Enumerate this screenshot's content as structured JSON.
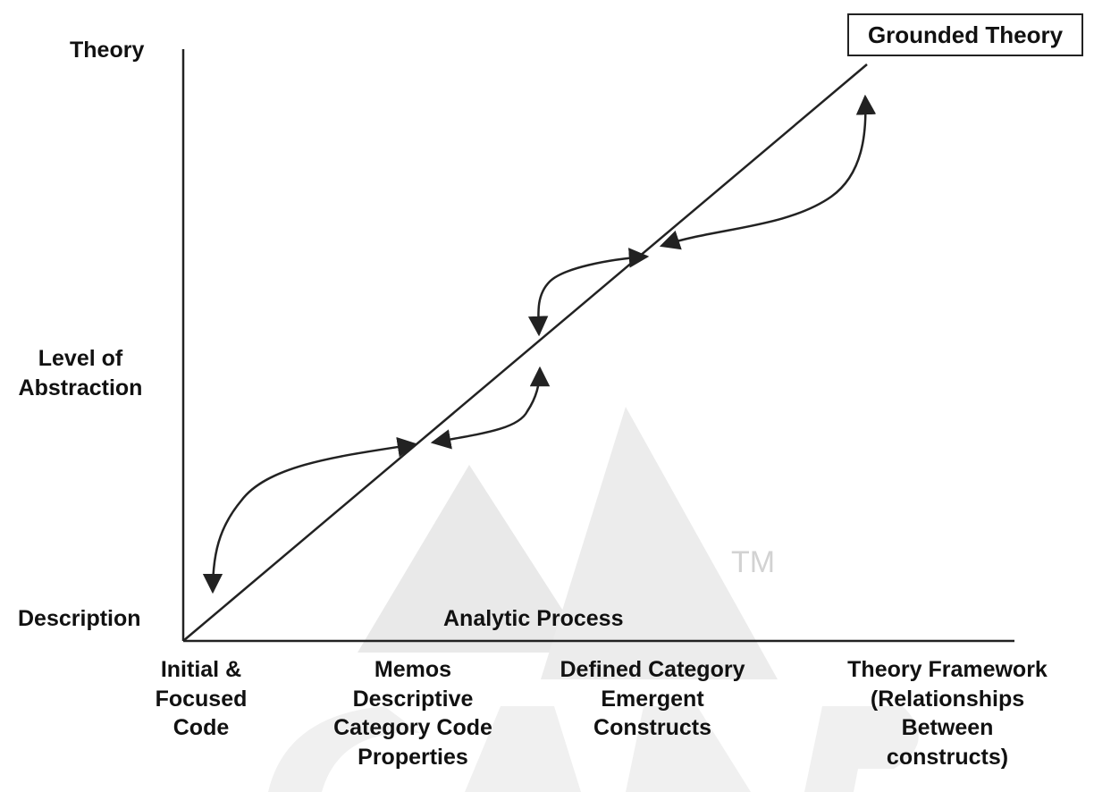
{
  "diagram": {
    "badge_label": "Grounded Theory",
    "y_axis": {
      "top_label": "Theory",
      "middle_label_line1": "Level of",
      "middle_label_line2": "Abstraction",
      "bottom_label": "Description"
    },
    "x_axis": {
      "label": "Analytic Process",
      "stages": [
        {
          "lines": [
            "Initial &",
            "Focused",
            "Code"
          ]
        },
        {
          "lines": [
            "Memos",
            "Descriptive",
            "Category Code",
            "Properties"
          ]
        },
        {
          "lines": [
            "Defined Category",
            "Emergent",
            "Constructs"
          ]
        },
        {
          "lines": [
            "Theory Framework",
            "(Relationships",
            "Between",
            "constructs)"
          ]
        }
      ]
    },
    "watermark": {
      "mark": "TM"
    },
    "colors": {
      "line": "#222222",
      "watermark": "#d2d2d2"
    }
  }
}
